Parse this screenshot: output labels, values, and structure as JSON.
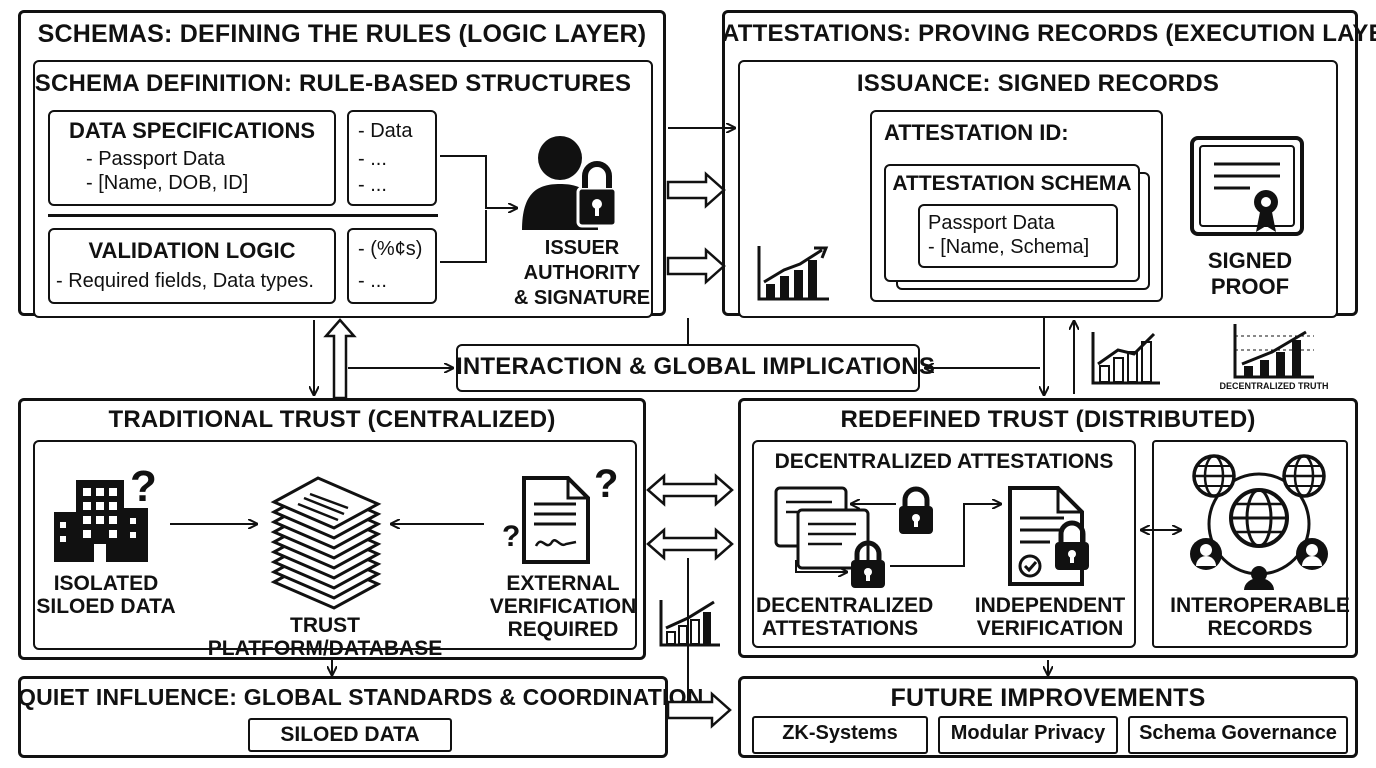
{
  "schemas": {
    "title": "SCHEMAS: DEFINING THE RULES (LOGIC LAYER)",
    "definition_title": "SCHEMA DEFINITION: RULE-BASED STRUCTURES",
    "data_spec": {
      "title": "DATA SPECIFICATIONS",
      "lines": [
        "- Passport Data",
        "- [Name, DOB, ID]"
      ]
    },
    "data_list": [
      "- Data",
      "- ...",
      "- ..."
    ],
    "validation": {
      "title": "VALIDATION LOGIC",
      "lines": [
        "- Required fields, Data types."
      ]
    },
    "validation_list": [
      "- (%¢s)",
      "- ..."
    ],
    "issuer_label": "ISSUER\nAUTHORITY\n& SIGNATURE"
  },
  "attestations": {
    "title": "ATTESTATIONS: PROVING RECORDS (EXECUTION LAYER)",
    "issuance_title": "ISSUANCE: SIGNED RECORDS",
    "attestation_id": "ATTESTATION ID:",
    "attestation_schema": "ATTESTATION SCHEMA",
    "passport_lines": [
      "Passport Data",
      "- [Name, Schema]"
    ],
    "signed_proof": "SIGNED\nPROOF"
  },
  "interaction": {
    "label": "INTERACTION & GLOBAL IMPLICATIONS"
  },
  "decentralized_truth": "DECENTRALIZED TRUTH",
  "traditional": {
    "title": "TRADITIONAL TRUST (CENTRALIZED)",
    "isolated": "ISOLATED\nSILOED DATA",
    "platform": "TRUST PLATFORM/DATABASE",
    "external": "EXTERNAL\nVERIFICATION\nREQUIRED"
  },
  "redefined": {
    "title": "REDEFINED TRUST (DISTRIBUTED)",
    "decentralized_title": "DECENTRALIZED ATTESTATIONS",
    "decentralized_label": "DECENTRALIZED\nATTESTATIONS",
    "independent_label": "INDEPENDENT\nVERIFICATION",
    "interoperable_label": "INTEROPERABLE\nRECORDS"
  },
  "quiet": {
    "title": "QUIET INFLUENCE: GLOBAL STANDARDS & COORDINATION",
    "siloed": "SILOED DATA"
  },
  "future": {
    "title": "FUTURE IMPROVEMENTS",
    "items": [
      "ZK-Systems",
      "Modular Privacy",
      "Schema Governance"
    ]
  },
  "icons": [
    "person-lock-icon",
    "chart-up-icon",
    "certificate-icon",
    "building-icon",
    "question-icon",
    "document-stack-icon",
    "signed-document-icon",
    "padlock-icon",
    "globe-icon",
    "user-icon",
    "check-seal-icon"
  ]
}
